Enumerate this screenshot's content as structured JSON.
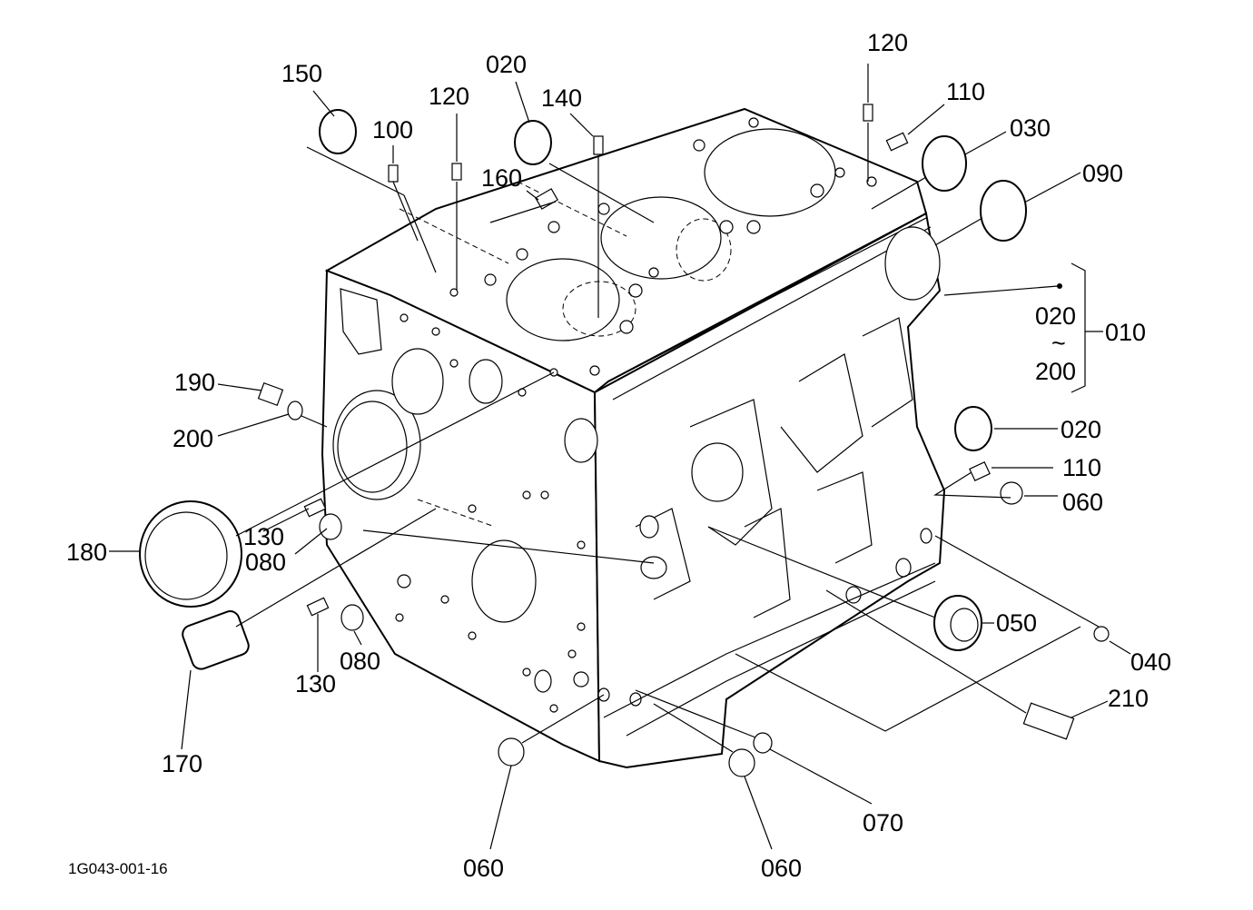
{
  "diagram_code": "1G043-001-16",
  "group_callout": {
    "top": "020",
    "tilde": "~",
    "bottom": "200",
    "main": "010"
  },
  "callouts": {
    "c150": "150",
    "c100": "100",
    "c120a": "120",
    "c020a": "020",
    "c140": "140",
    "c160": "160",
    "c120b": "120",
    "c110a": "110",
    "c030": "030",
    "c090": "090",
    "c190": "190",
    "c200": "200",
    "c020b": "020",
    "c110b": "110",
    "c060a": "060",
    "c130a": "130",
    "c080a": "080",
    "c180": "180",
    "c050": "050",
    "c130b": "130",
    "c080b": "080",
    "c040": "040",
    "c210": "210",
    "c170": "170",
    "c070": "070",
    "c060b": "060",
    "c060c": "060"
  }
}
